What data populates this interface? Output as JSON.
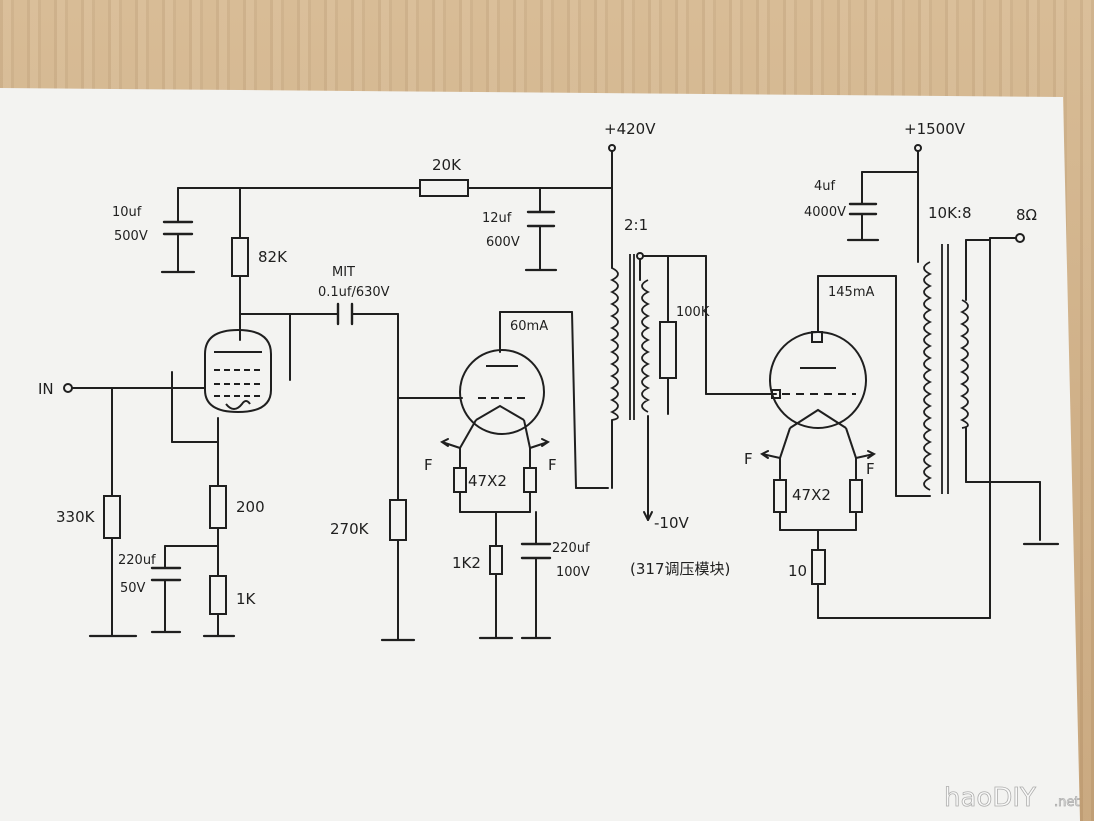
{
  "supply": {
    "v420": "+420V",
    "v1500": "+1500V",
    "neg10": "-10V"
  },
  "input": {
    "label": "IN"
  },
  "output": {
    "label": "8Ω"
  },
  "components": {
    "r_20k": "20K",
    "c_10uf": [
      "10uf",
      "500V"
    ],
    "r_82k": "82K",
    "c_coupling": [
      "MIT",
      "0.1uf/630V"
    ],
    "c_12uf": [
      "12uf",
      "600V"
    ],
    "ratio": "2:1",
    "r_100k": "100K",
    "i_60ma": "60mA",
    "r_330k": "330K",
    "r_200": "200",
    "c_220uf_a": [
      "220uf",
      "50V"
    ],
    "r_1k": "1K",
    "r_270k": "270K",
    "f_left_a": "F",
    "f_right_a": "F",
    "r_47x2_a": "47X2",
    "r_1k2": "1K2",
    "c_220uf_b": [
      "220uf",
      "100V"
    ],
    "module": "(317调压模块)",
    "c_4uf": [
      "4uf",
      "4000V"
    ],
    "ot_ratio": "10K:8",
    "i_145ma": "145mA",
    "f_left_b": "F",
    "f_right_b": "F",
    "r_47x2_b": "47X2",
    "r_10": "10"
  },
  "watermark": {
    "brand": "haoDIY",
    "suffix": ".net"
  },
  "colors": {
    "ink": "#1f1f1f",
    "paper": "#f3f3f1",
    "wood": "#c9ab84"
  }
}
